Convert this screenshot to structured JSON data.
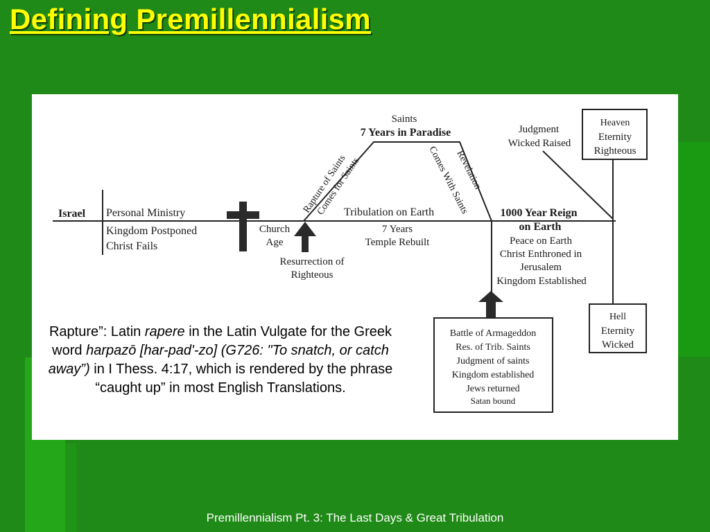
{
  "slide": {
    "title": "Defining Premillennialism",
    "footer": "Premillennialism Pt. 3: The Last Days & Great Tribulation"
  },
  "diagram": {
    "israel": "Israel",
    "personal_ministry": "Personal Ministry",
    "kingdom_postponed": "Kingdom Postponed",
    "christ_fails": "Christ Fails",
    "church": "Church",
    "age": "Age",
    "resurrection_line1": "Resurrection of",
    "resurrection_line2": "Righteous",
    "saints": "Saints",
    "seven_years_paradise": "7 Years in Paradise",
    "rapture_of_saints": "Rapture of Saints",
    "comes_for_saints": "Comes for Saints",
    "comes_with_saints": "Comes With Saints",
    "revelation": "Revelation",
    "tribulation_on_earth": "Tribulation on Earth",
    "seven_years": "7 Years",
    "temple_rebuilt": "Temple Rebuilt",
    "reign_line1": "1000 Year Reign",
    "reign_line2": "on Earth",
    "peace_on_earth": "Peace on Earth",
    "christ_enthroned": "Christ Enthroned in",
    "jerusalem": "Jerusalem",
    "kingdom_established": "Kingdom Established",
    "judgment": "Judgment",
    "wicked_raised": "Wicked Raised",
    "heaven_box": [
      "Heaven",
      "Eternity",
      "Righteous"
    ],
    "hell_box": [
      "Hell",
      "Eternity",
      "Wicked"
    ],
    "armageddon_box": [
      "Battle of Armageddon",
      "Res. of Trib. Saints",
      "Judgment of saints",
      "Kingdom established",
      "Jews returned",
      "Satan bound"
    ]
  },
  "caption": {
    "part1": "Rapture”: Latin ",
    "rapere": "rapere",
    "part2": " in the Latin Vulgate for the Greek word ",
    "harpazo": "harpazō [har-pad'-zo] (G726: ",
    "snatch": "\"To snatch, or catch away”)",
    "part3": " in I Thess. 4:17, which is rendered by the phrase “caught up” in most English Translations."
  }
}
